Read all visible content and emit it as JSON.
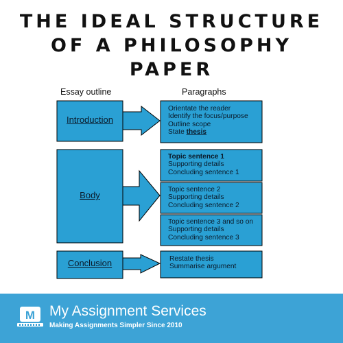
{
  "title": {
    "line1": "THE IDEAL STRUCTURE",
    "line2": "OF A PHILOSOPHY",
    "line3": "PAPER"
  },
  "diagram": {
    "left_header": "Essay outline",
    "right_header": "Paragraphs",
    "fill_color": "#2aa0d4",
    "stroke_color": "#000000",
    "sections": [
      {
        "label": "Introduction"
      },
      {
        "label": "Body"
      },
      {
        "label": "Conclusion"
      }
    ],
    "intro_para": {
      "l1": "Orientate the reader",
      "l2": "Identify the focus/purpose",
      "l3": "Outline scope",
      "l4_prefix": "State ",
      "l4_emph": "thesis"
    },
    "body_para1": {
      "l1": "Topic sentence 1",
      "l2": "Supporting details",
      "l3": "Concluding sentence 1"
    },
    "body_para2": {
      "l1": "Topic sentence 2",
      "l2": "Supporting details",
      "l3": "Concluding sentence 2"
    },
    "body_para3": {
      "l1": "Topic sentence 3 and so on",
      "l2": "Supporting details",
      "l3": "Concluding sentence 3"
    },
    "conclusion_para": {
      "l1": "Restate thesis",
      "l2": "Summarise argument"
    }
  },
  "footer": {
    "bg_color": "#3da3d6",
    "logo_icon": "m-logo-icon",
    "logo_letter": "M",
    "brand": "My Assignment Services",
    "tagline": "Making Assignments Simpler Since 2010"
  }
}
